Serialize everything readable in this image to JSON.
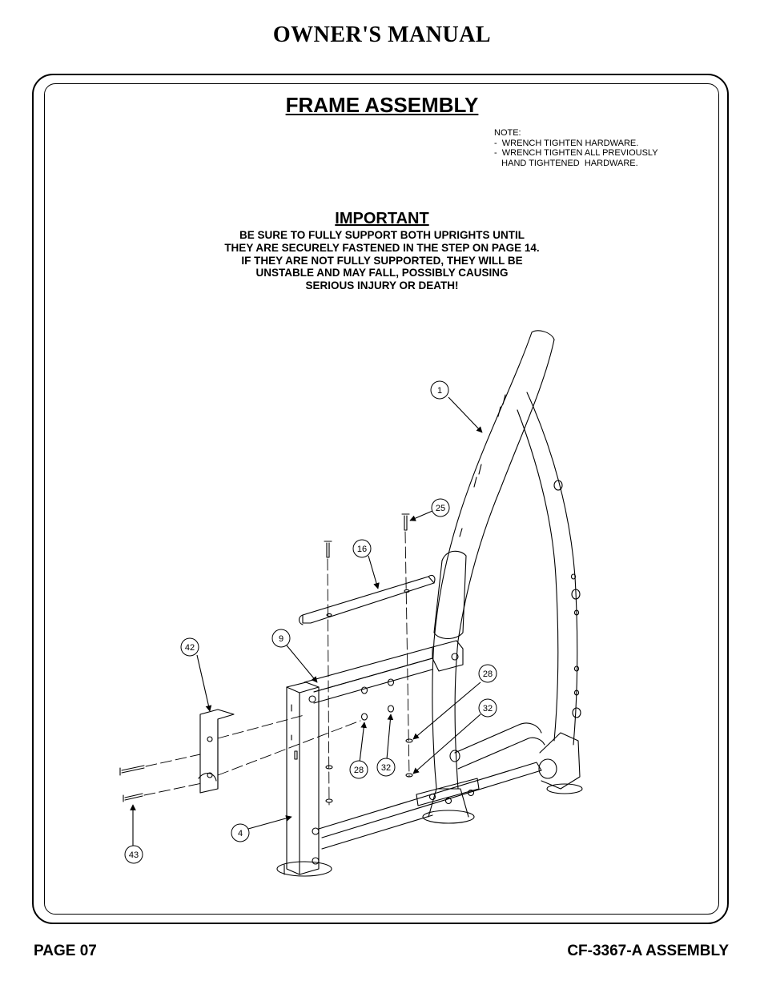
{
  "header": {
    "title": "OWNER'S MANUAL"
  },
  "section": {
    "title": "FRAME ASSEMBLY"
  },
  "note": {
    "lines": [
      "NOTE:",
      "-  WRENCH TIGHTEN HARDWARE.",
      "-  WRENCH TIGHTEN ALL PREVIOUSLY",
      "   HAND TIGHTENED  HARDWARE."
    ]
  },
  "important": {
    "title": "IMPORTANT",
    "lines": [
      "BE SURE TO FULLY SUPPORT BOTH UPRIGHTS UNTIL",
      "THEY ARE SECURELY FASTENED IN THE STEP ON PAGE 14.",
      "IF THEY ARE NOT FULLY SUPPORTED, THEY WILL BE",
      "UNSTABLE AND MAY FALL, POSSIBLY CAUSING",
      "SERIOUS INJURY OR DEATH!"
    ]
  },
  "callouts": {
    "c1": "1",
    "c25": "25",
    "c16": "16",
    "c9": "9",
    "c42": "42",
    "c28a": "28",
    "c32a": "32",
    "c28b": "28",
    "c32b": "32",
    "c4": "4",
    "c43": "43"
  },
  "footer": {
    "page": "PAGE 07",
    "model": "CF-3367-A ASSEMBLY"
  }
}
